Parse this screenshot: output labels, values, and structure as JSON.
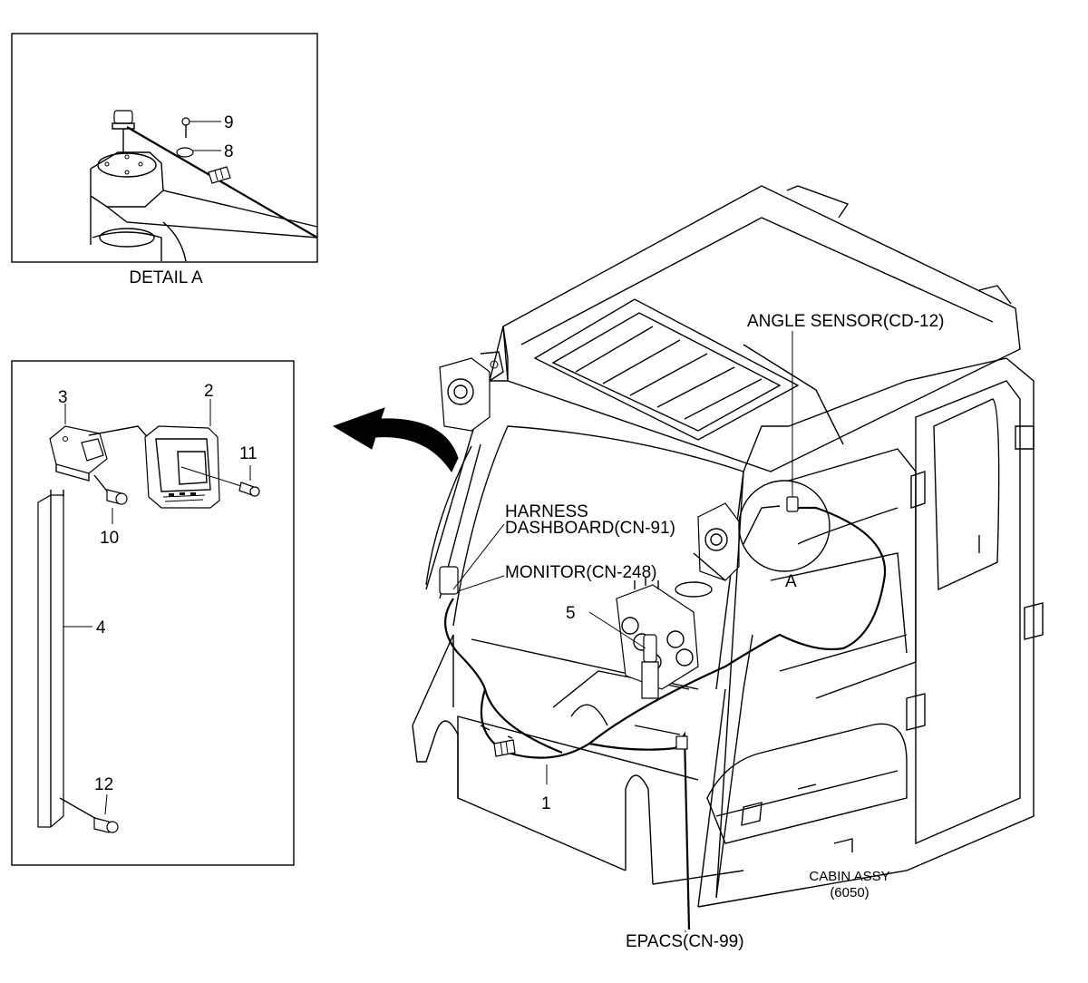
{
  "detail_a": {
    "caption": "DETAIL A",
    "callouts": {
      "c9": "9",
      "c8": "8"
    }
  },
  "monitor_box": {
    "callouts": {
      "c3": "3",
      "c2": "2",
      "c11": "11",
      "c10": "10",
      "c4": "4",
      "c12": "12"
    }
  },
  "cabin": {
    "labels": {
      "angle_sensor": "ANGLE SENSOR(CD-12)",
      "harness_l1": "HARNESS",
      "harness_l2": "DASHBOARD(CN-91)",
      "monitor": "MONITOR(CN-248)",
      "epacs": "EPACS(CN-99)",
      "detail_ref": "A",
      "c5": "5",
      "c1": "1",
      "assy_l1": "CABIN ASSY",
      "assy_l2": "(6050)"
    }
  }
}
